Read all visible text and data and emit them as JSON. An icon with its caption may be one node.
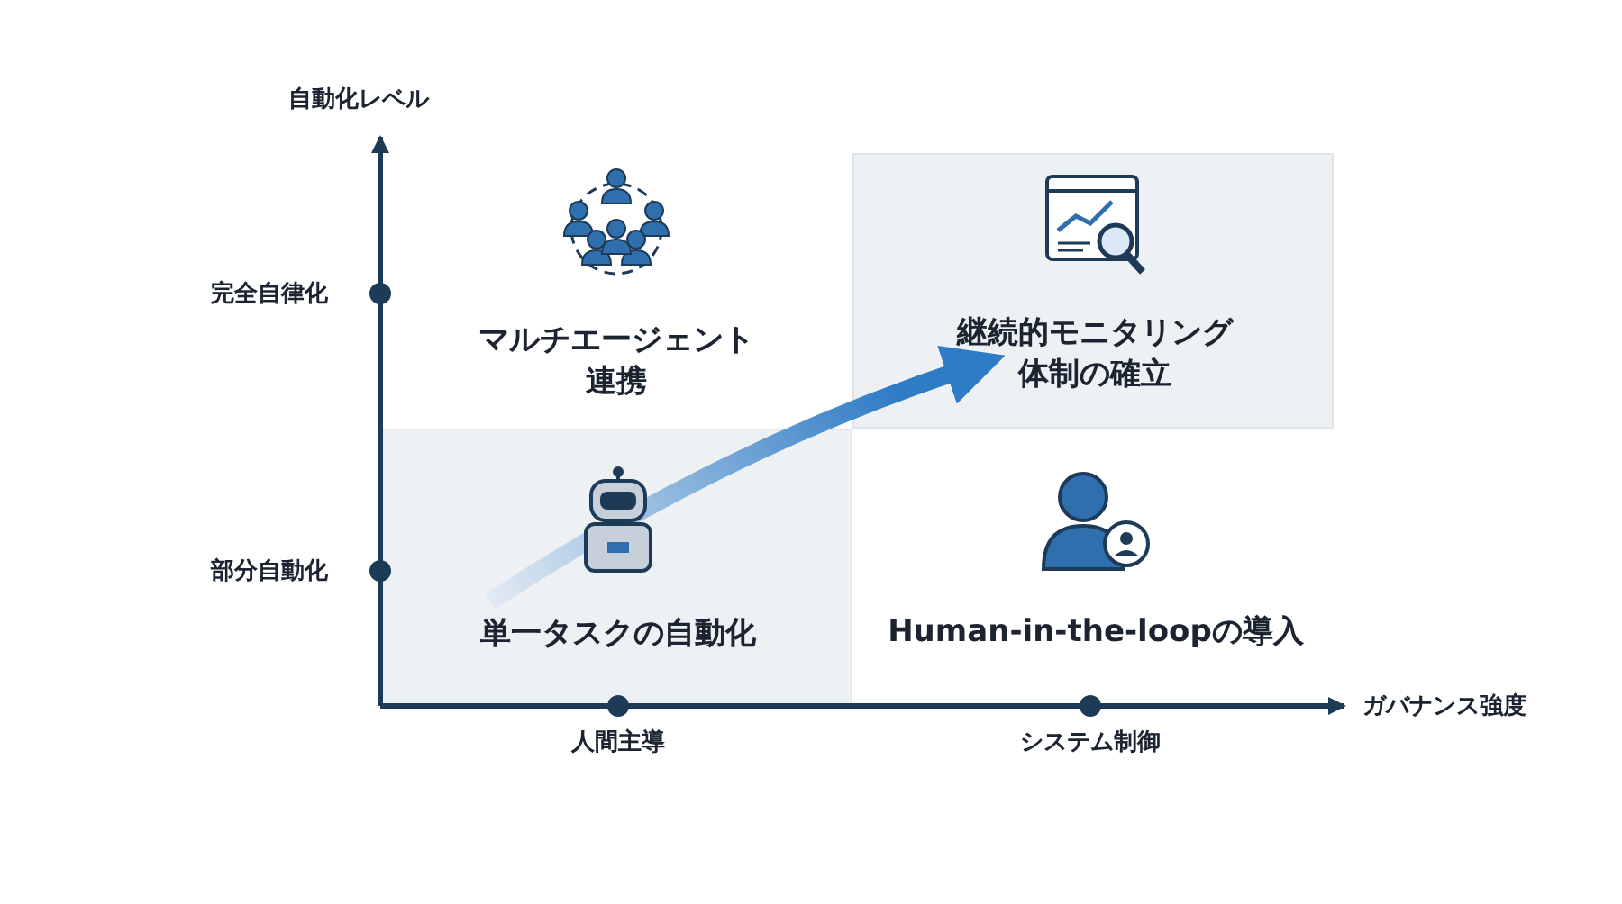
{
  "diagram": {
    "nodes": [
      {
        "text": [
          "マルチエージェント連携"
        ]
      },
      {
        "text": [
          "継続的モニタリング体制の確立"
        ]
      },
      {
        "text": [
          "単一タスクの自動化"
        ]
      },
      {
        "text": [
          "Human-in-the-loopの導入"
        ]
      }
    ],
    "edges": [
      {
        "from": 2,
        "to": 1,
        "arrow": "to"
      }
    ],
    "labels": [
      "自動化レベル",
      "完全自律化",
      "部分自動化",
      "ガバナンス強度",
      "人間主導",
      "システム制御"
    ]
  }
}
